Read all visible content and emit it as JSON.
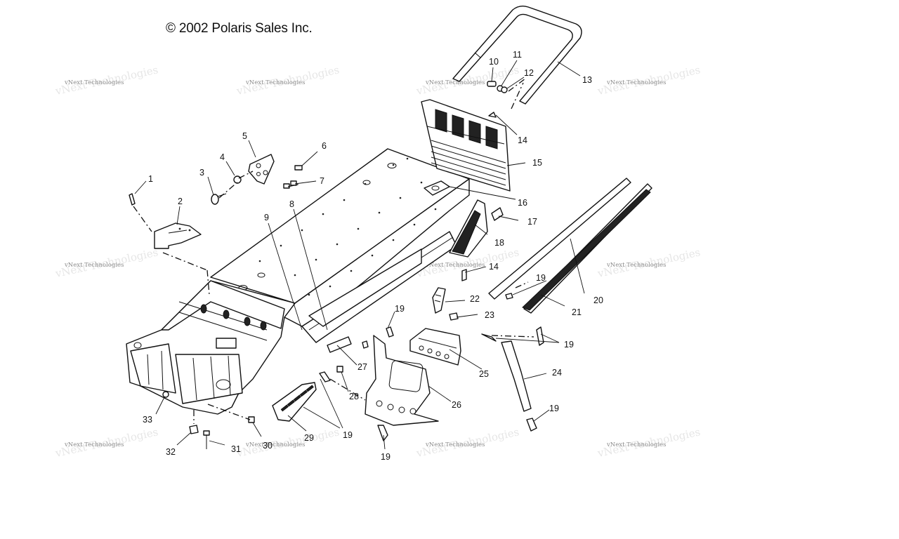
{
  "copyright": "© 2002 Polaris Sales Inc.",
  "watermark_text": "vNext Technologies",
  "callouts": [
    "1",
    "2",
    "3",
    "4",
    "5",
    "6",
    "7",
    "8",
    "9",
    "10",
    "11",
    "12",
    "13",
    "14",
    "15",
    "16",
    "17",
    "18",
    "19",
    "20",
    "21",
    "22",
    "23",
    "24",
    "25",
    "26",
    "27",
    "28",
    "29",
    "30",
    "31",
    "32",
    "33"
  ],
  "colors": {
    "line": "#111111",
    "watermark": "#8a8a8a",
    "background": "#ffffff"
  }
}
